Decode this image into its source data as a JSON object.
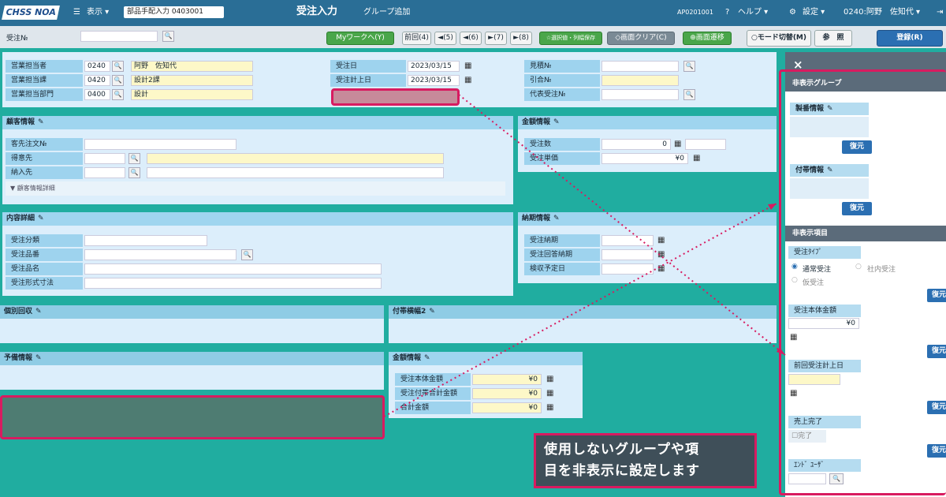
{
  "top": {
    "logo": "CHSS NOA",
    "display": "表示 ▾",
    "screen_field": "部品手配入力 0403001",
    "title": "受注入力",
    "subtitle": "グループ追加",
    "screen_id": "AP0201001",
    "help": "ヘルプ ▾",
    "settings": "設定 ▾",
    "user": "0240:阿野　佐知代 ▾"
  },
  "toolbar": {
    "order_no_label": "受注№",
    "mywork": "Myワークへ(Y)",
    "prev": "前回(4)",
    "first": "◄(5)",
    "back": "◄(6)",
    "next": "►(7)",
    "last": "►(8)",
    "selection_save": "☆選択値・列幅保存",
    "clear": "◇画面クリア(C)",
    "transition": "⊕画面遷移",
    "mode_toggle": "○モード切替(M)",
    "reference": "参　照",
    "register": "登録(R)"
  },
  "header": {
    "rep_label": "営業担当者",
    "rep_code": "0240",
    "rep_name": "阿野　佐知代",
    "section_label": "営業担当課",
    "section_code": "0420",
    "section_name": "設計2課",
    "dept_label": "営業担当部門",
    "dept_code": "0400",
    "dept_name": "設計",
    "order_date_label": "受注日",
    "order_date": "2023/03/15",
    "order_post_label": "受注計上日",
    "order_post": "2023/03/15",
    "estimate_label": "見積№",
    "inquiry_label": "引合№",
    "rep_order_label": "代表受注№"
  },
  "customer": {
    "title": "顧客情報",
    "cust_order_label": "客先注文№",
    "client_label": "得意先",
    "delivery_label": "納入先",
    "detail_toggle": "▼ 顧客情報詳細"
  },
  "amount": {
    "title": "金額情報",
    "qty_label": "受注数",
    "qty_value": "0",
    "unit_label": "受注単価",
    "unit_value": "¥0"
  },
  "content": {
    "title": "内容詳細",
    "class_label": "受注分類",
    "part_no_label": "受注品番",
    "part_name_label": "受注品名",
    "form_label": "受注形式寸法"
  },
  "delivery": {
    "title": "納期情報",
    "due_label": "受注納期",
    "reply_label": "受注回答納期",
    "inspect_label": "検収予定日"
  },
  "collect": {
    "title": "個別回収"
  },
  "attach2": {
    "title": "付帯横幅2"
  },
  "reserve": {
    "title": "予備情報"
  },
  "amount2": {
    "title": "金額情報",
    "body_label": "受注本体金額",
    "body_value": "¥0",
    "attach_label": "受注付帯合計金額",
    "attach_value": "¥0",
    "total_label": "合計金額",
    "total_value": "¥0"
  },
  "sidebar": {
    "close": "×",
    "hidden_groups": "非表示グループ",
    "group1": "製番情報",
    "group2": "付帯情報",
    "restore": "復元",
    "hidden_items": "非表示項目",
    "item1": "受注ﾀｲﾌﾟ",
    "opt1": "通常受注",
    "opt2": "社内受注",
    "opt3": "仮受注",
    "item2": "受注本体金額",
    "item2_value": "¥0",
    "item3": "前回受注計上日",
    "item4": "売上完了",
    "item4_check": "完了",
    "item5": "ｴﾝﾄﾞ ﾕｰｻﾞ"
  },
  "callout": {
    "line1": "使用しないグループや項",
    "line2": "目を非表示に設定します"
  }
}
